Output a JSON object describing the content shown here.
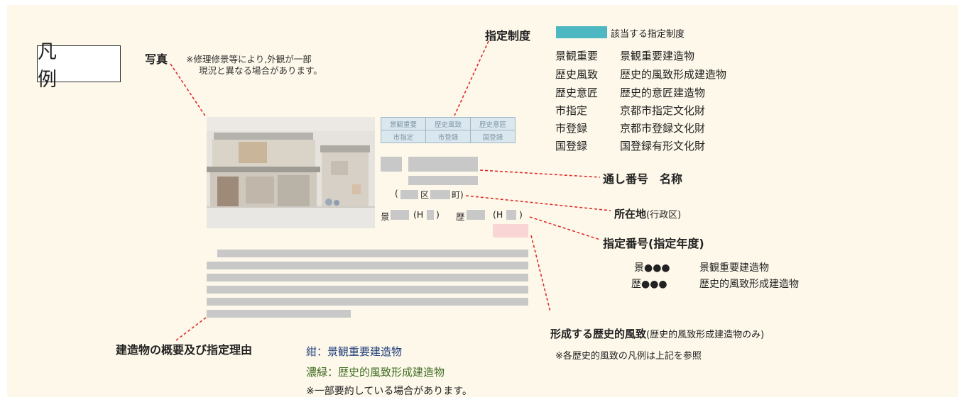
{
  "legend_title": "凡　例",
  "photo": {
    "label": "写真",
    "note_line1": "※修理修景等により,外観が一部",
    "note_line2": "現況と異なる場合があります。"
  },
  "designation": {
    "label": "指定制度",
    "swatch_label": "該当する指定制度",
    "swatch_color": "#4db7c2",
    "rows": [
      {
        "abbr": "景観重要",
        "full": "景観重要建造物"
      },
      {
        "abbr": "歴史風致",
        "full": "歴史的風致形成建造物"
      },
      {
        "abbr": "歴史意匠",
        "full": "歴史的意匠建造物"
      },
      {
        "abbr": "市指定",
        "full": "京都市指定文化財"
      },
      {
        "abbr": "市登録",
        "full": "京都市登録文化財"
      },
      {
        "abbr": "国登録",
        "full": "国登録有形文化財"
      }
    ]
  },
  "tag_grid": [
    "景観重要",
    "歴史風致",
    "歴史意匠",
    "市指定",
    "市登録",
    "国登録"
  ],
  "sample": {
    "addr_open": "(",
    "addr_ku": "区",
    "addr_machi": "町)",
    "kei": "景",
    "h1": "(H",
    "h1_close": ")",
    "reki": "歴",
    "h2": "(H",
    "h2_close": ")"
  },
  "labels": {
    "serial_name": "通し番号　名称",
    "location_bold": "所在地",
    "location_paren": "(行政区)",
    "number_year": "指定番号(指定年度)",
    "kei_marks": "景●●●",
    "kei_desc": "景観重要建造物",
    "reki_marks": "歴●●●",
    "reki_desc": "歴史的風致形成建造物",
    "fuchi_bold": "形成する歴史的風致",
    "fuchi_paren": "(歴史的風致形成建造物のみ)",
    "fuchi_note": "※各歴史的風致の凡例は上記を参照",
    "overview": "建造物の概要及び指定理由",
    "navy_line": "紺：景観重要建造物",
    "green_line": "濃緑：歴史的風致形成建造物",
    "summary_note": "※一部要約している場合があります。"
  },
  "colors": {
    "navy": "#1f3d7a",
    "dark_green": "#3d6b1f",
    "dashed_red": "#e02b2b",
    "placeholder_gray": "#c8c8c8",
    "pink": "#f9d5d5"
  }
}
